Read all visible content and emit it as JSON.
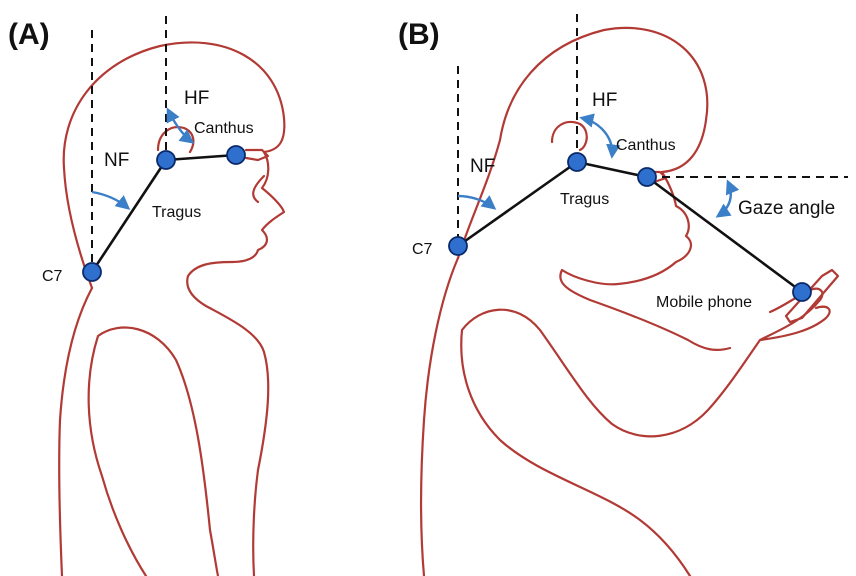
{
  "colors": {
    "outline": "#b23a35",
    "point_fill": "#2f6fce",
    "point_stroke": "#0a2a6a",
    "arc": "#3a7fc8",
    "line": "#111111"
  },
  "panel_a": {
    "label": "(A)",
    "hf": "HF",
    "nf": "NF",
    "canthus": "Canthus",
    "tragus": "Tragus",
    "c7": "C7"
  },
  "panel_b": {
    "label": "(B)",
    "hf": "HF",
    "nf": "NF",
    "canthus": "Canthus",
    "tragus": "Tragus",
    "c7": "C7",
    "gaze_angle": "Gaze angle",
    "mobile_phone": "Mobile phone"
  }
}
